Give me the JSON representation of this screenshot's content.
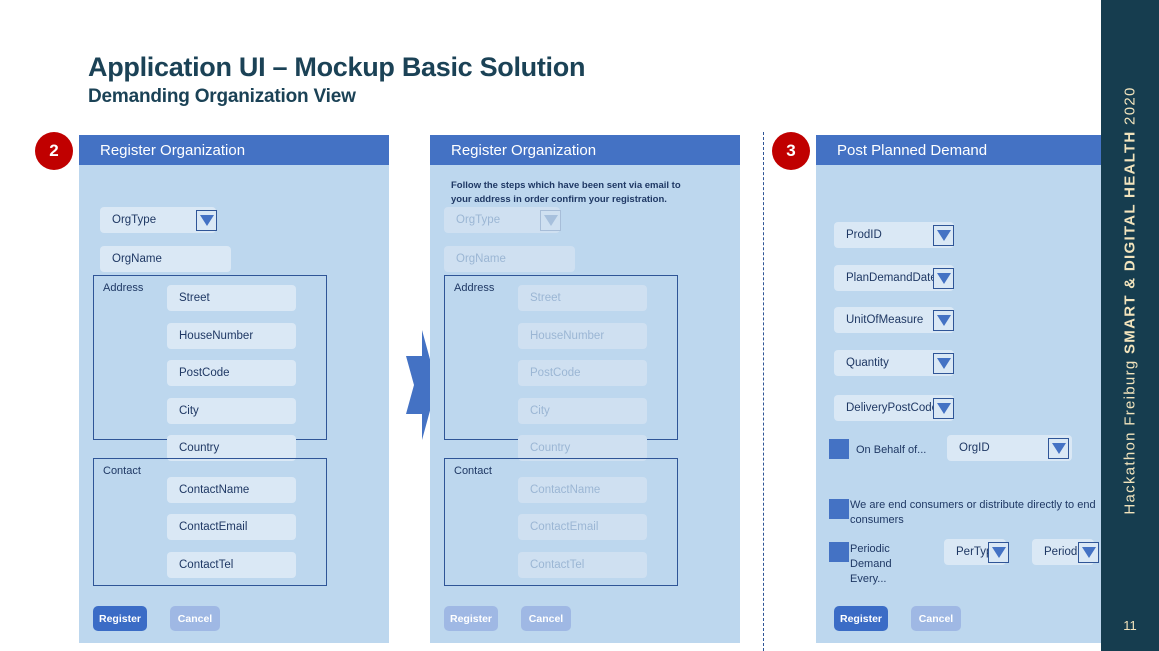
{
  "slide": {
    "title": "Application UI – Mockup Basic Solution",
    "subtitle": "Demanding Organization View",
    "page_number": "11",
    "sidebar_prefix": "Hackathon  Freiburg  ",
    "sidebar_bold": "SMART  &  DIGITAL  HEALTH",
    "sidebar_suffix": "  2020",
    "colors": {
      "title": "#1b4256",
      "sidebar_bg": "#163d4f",
      "sidebar_text": "#f2e4bd",
      "panel_header": "#4472c4",
      "panel_body": "#bdd7ee",
      "badge": "#c00000",
      "field": "#dae8f5",
      "field_text": "#1f3864",
      "primary_button": "#3b6cc6",
      "ghost_button": "#9fb8e4"
    }
  },
  "panel1": {
    "badge": "2",
    "header": "Register Organization",
    "org_type": "OrgType",
    "org_name": "OrgName",
    "address_label": "Address",
    "address_fields": [
      "Street",
      "HouseNumber",
      "PostCode",
      "City",
      "Country"
    ],
    "contact_label": "Contact",
    "contact_fields": [
      "ContactName",
      "ContactEmail",
      "ContactTel"
    ],
    "register_label": "Register",
    "cancel_label": "Cancel"
  },
  "panel2": {
    "header": "Register Organization",
    "note": "Follow the steps which have been sent via email to your address in order confirm your registration.",
    "org_type": "OrgType",
    "org_name": "OrgName",
    "address_label": "Address",
    "address_fields": [
      "Street",
      "HouseNumber",
      "PostCode",
      "City",
      "Country"
    ],
    "contact_label": "Contact",
    "contact_fields": [
      "ContactName",
      "ContactEmail",
      "ContactTel"
    ],
    "register_label": "Register",
    "cancel_label": "Cancel"
  },
  "panel3": {
    "badge": "3",
    "header": "Post Planned Demand",
    "dropdowns": [
      "ProdID",
      "PlanDemandDate",
      "UnitOfMeasure",
      "Quantity",
      "DeliveryPostCode"
    ],
    "on_behalf_label": "On Behalf of...",
    "org_id": "OrgID",
    "end_consumer_label": "We are end consumers or distribute directly to end consumers",
    "periodic_label": "Periodic Demand Every...",
    "per_type": "PerType",
    "period": "Period",
    "register_label": "Register",
    "cancel_label": "Cancel"
  }
}
